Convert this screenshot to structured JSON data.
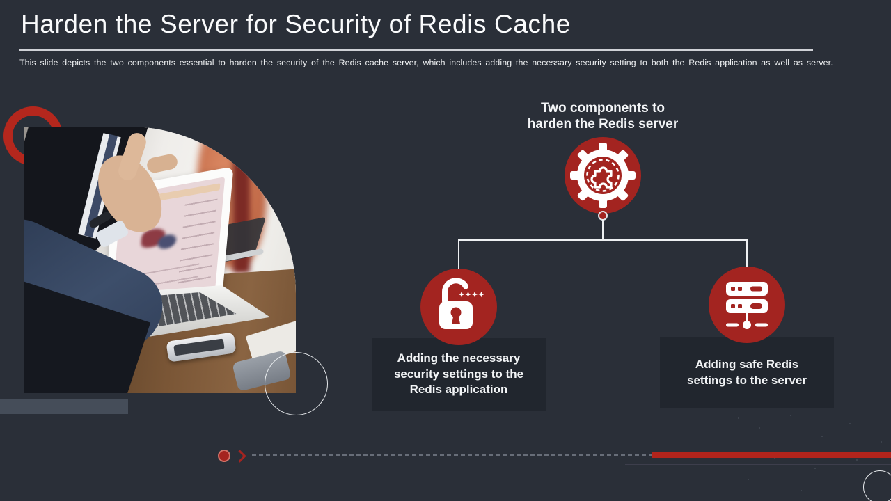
{
  "slide": {
    "title": "Harden the Server for Security of Redis Cache",
    "subtitle": "This slide depicts the two components essential to harden the security of the Redis cache server, which includes adding the necessary security setting to both the Redis application as well as server."
  },
  "diagram": {
    "heading": {
      "line1": "Two components to",
      "line2": "harden the Redis server"
    },
    "root": {
      "icon": "gear-puzzle-icon"
    },
    "branches": [
      {
        "icon": "padlock-password-icon",
        "label": "Adding the necessary security settings to the Redis application"
      },
      {
        "icon": "server-rack-icon",
        "label": "Adding safe Redis settings to the server"
      }
    ]
  },
  "decor": {
    "photo": "businessman-gesturing-at-laptop-photo",
    "colors": {
      "background": "#2a2f38",
      "accent_red": "#a32420",
      "bright_red_bar": "#b2241c",
      "ring_red": "#b4271d",
      "box_background": "#21262e",
      "gray_bar": "#454d59",
      "text": "#f2f4f6"
    }
  }
}
